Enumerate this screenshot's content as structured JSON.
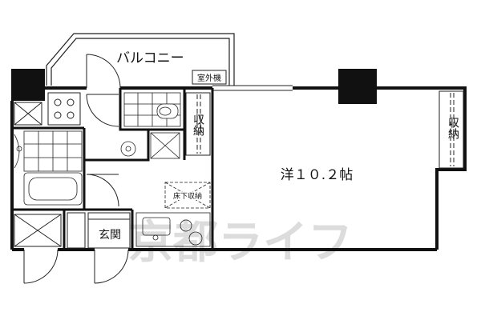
{
  "rooms": {
    "balcony": "バルコニー",
    "outdoor_unit": "室外機",
    "storage_left": "収納",
    "storage_right": "収納",
    "western_room": "洋１０.２帖",
    "underfloor_storage": "床下収納",
    "entrance": "玄関"
  },
  "watermark": "京都ライフ",
  "colors": {
    "wall": "#111111",
    "line": "#222222",
    "watermark": "#d9d9d9"
  }
}
